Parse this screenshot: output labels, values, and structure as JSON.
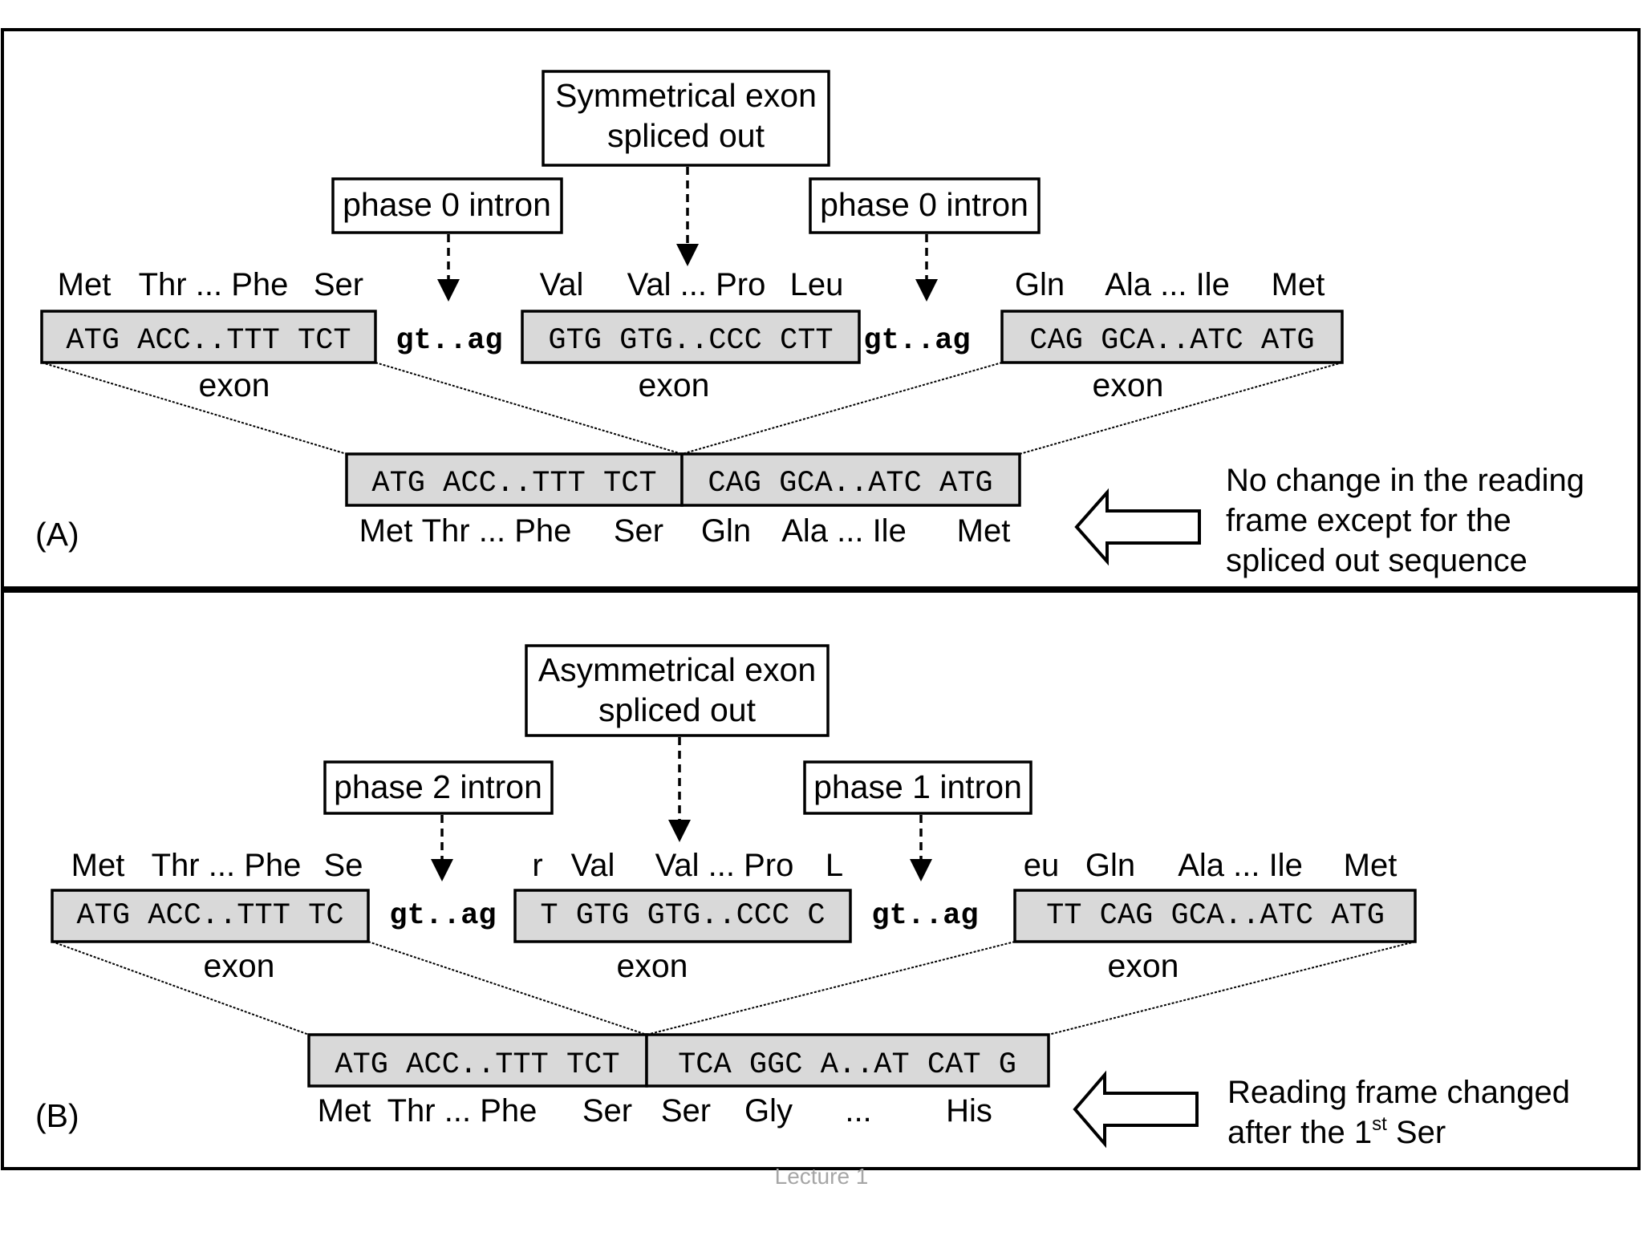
{
  "panel_a": {
    "label": "(A)",
    "splice_box": [
      "Symmetrical exon",
      "spliced out"
    ],
    "intron_left": "phase 0 intron",
    "intron_right": "phase 0 intron",
    "exon1": {
      "aa": [
        "Met",
        "Thr ... Phe",
        "Ser"
      ],
      "seq": "ATG ACC..TTT TCT",
      "label": "exon"
    },
    "intron_seq_1": "gt..ag",
    "exon2": {
      "aa": [
        "Val",
        "Val ... Pro",
        "Leu"
      ],
      "seq": "GTG GTG..CCC CTT",
      "label": "exon"
    },
    "intron_seq_2": "gt..ag",
    "exon3": {
      "aa": [
        "Gln",
        "Ala ... Ile",
        "Met"
      ],
      "seq": "CAG GCA..ATC ATG",
      "label": "exon"
    },
    "result_seq": [
      "ATG ACC..TTT TCT",
      "CAG GCA..ATC ATG"
    ],
    "result_aa": [
      "Met",
      "Thr ... Phe",
      "Ser",
      "Gln",
      "Ala ... Ile",
      "Met"
    ],
    "note": [
      "No change in the reading",
      "frame except for the",
      "spliced out sequence"
    ]
  },
  "panel_b": {
    "label": "(B)",
    "splice_box": [
      "Asymmetrical exon",
      "spliced out"
    ],
    "intron_left": "phase 2 intron",
    "intron_right": "phase 1 intron",
    "exon1": {
      "aa": [
        "Met",
        "Thr ... Phe",
        "Se"
      ],
      "seq": "ATG ACC..TTT TC",
      "label": "exon"
    },
    "intron_seq_1": "gt..ag",
    "exon2": {
      "aa": [
        "r",
        "Val",
        "Val ... Pro",
        "L"
      ],
      "seq": "T GTG GTG..CCC C",
      "label": "exon"
    },
    "intron_seq_2": "gt..ag",
    "exon3": {
      "aa": [
        "eu",
        "Gln",
        "Ala ... Ile",
        "Met"
      ],
      "seq": "TT CAG GCA..ATC ATG",
      "label": "exon"
    },
    "result_seq": [
      "ATG ACC..TTT TCT",
      "TCA GGC A..AT CAT G"
    ],
    "result_aa": [
      "Met",
      "Thr ... Phe",
      "Ser",
      "Ser",
      "Gly",
      "...",
      "His"
    ],
    "note_line1": "Reading frame changed",
    "note_line2_pre": "after the 1",
    "note_sup": "st",
    "note_line2_post": " Ser"
  },
  "footer": "Lecture 1"
}
